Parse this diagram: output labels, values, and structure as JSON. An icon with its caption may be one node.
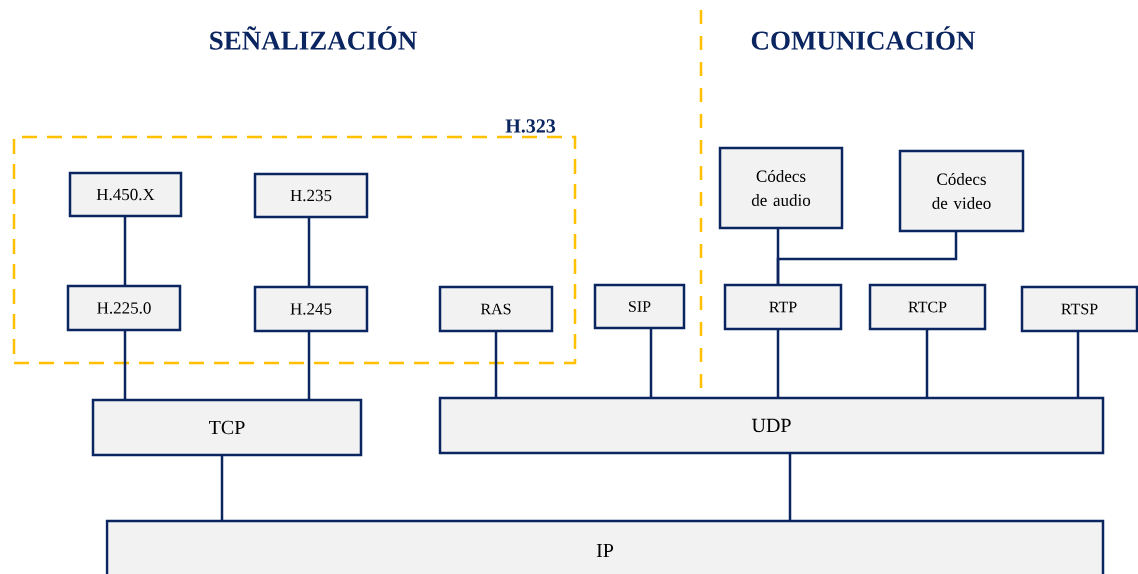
{
  "diagram": {
    "nodes": [
      {
        "text": [
          "H.323"
        ]
      },
      {
        "text": [
          "H.450.X"
        ],
        "in": 0
      },
      {
        "text": [
          "H.235"
        ],
        "in": 0
      },
      {
        "text": [
          "H.225.0"
        ],
        "in": 0
      },
      {
        "text": [
          "H.245"
        ],
        "in": 0
      },
      {
        "text": [
          "RAS"
        ],
        "in": 0
      },
      {
        "text": [
          "SIP"
        ]
      },
      {
        "text": [
          "Códecs de audio"
        ]
      },
      {
        "text": [
          "Códecs de video"
        ]
      },
      {
        "text": [
          "RTP"
        ]
      },
      {
        "text": [
          "RTCP"
        ]
      },
      {
        "text": [
          "RTSP"
        ]
      },
      {
        "text": [
          "TCP"
        ]
      },
      {
        "text": [
          "UDP"
        ]
      },
      {
        "text": [
          "IP"
        ]
      }
    ],
    "edges": [
      {
        "from": 1,
        "to": 3,
        "arrow": "none"
      },
      {
        "from": 2,
        "to": 4,
        "arrow": "none"
      },
      {
        "from": 3,
        "to": 12,
        "arrow": "none"
      },
      {
        "from": 4,
        "to": 12,
        "arrow": "none"
      },
      {
        "from": 5,
        "to": 13,
        "arrow": "none"
      },
      {
        "from": 6,
        "to": 13,
        "arrow": "none"
      },
      {
        "from": 7,
        "to": 9,
        "arrow": "none"
      },
      {
        "from": 8,
        "to": 9,
        "arrow": "none"
      },
      {
        "from": 9,
        "to": 13,
        "arrow": "none"
      },
      {
        "from": 10,
        "to": 13,
        "arrow": "none"
      },
      {
        "from": 11,
        "to": 13,
        "arrow": "none"
      },
      {
        "from": 12,
        "to": 14,
        "arrow": "none"
      },
      {
        "from": 13,
        "to": 14,
        "arrow": "none"
      }
    ],
    "labels": [
      "SEÑALIZACIÓN",
      "COMUNICACIÓN"
    ]
  }
}
